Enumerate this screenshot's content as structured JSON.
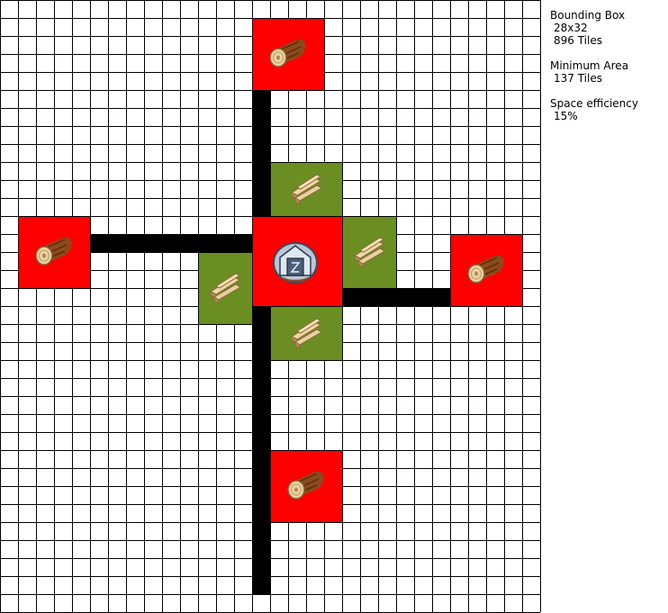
{
  "grid": {
    "columns": 30,
    "rows": 34,
    "line_color": "#000000",
    "background": "#ffffff"
  },
  "colors": {
    "tree_tile": "#ff0000",
    "plank_tile": "#6b8e23",
    "warehouse_tile": "#ff0000",
    "road": "#000000"
  },
  "stats": {
    "bounding_box_label": "Bounding Box",
    "bounding_box_size": "28x32",
    "bounding_box_tiles": "896 Tiles",
    "minimum_area_label": "Minimum Area",
    "minimum_area_tiles": "137 Tiles",
    "space_efficiency_label": "Space efficiency",
    "space_efficiency_value": "15%"
  },
  "icons": {
    "log": "log-icon",
    "plank": "plank-icon",
    "warehouse": "warehouse-icon"
  }
}
